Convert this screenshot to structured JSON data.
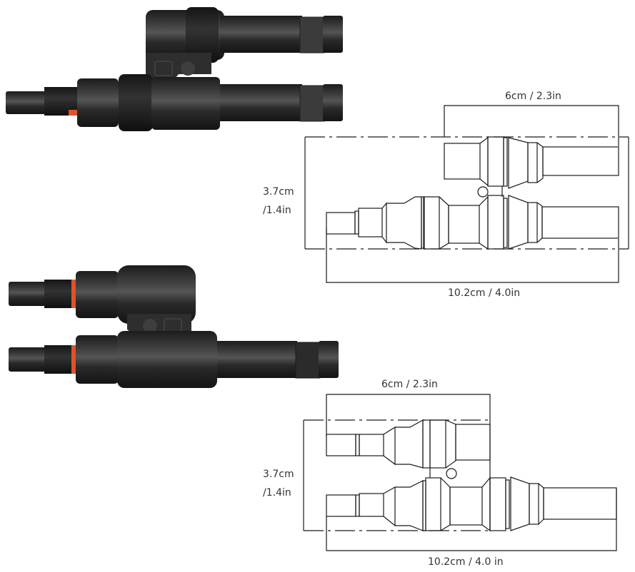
{
  "figure_1": {
    "photo": {
      "description": "MC4 branch connector, 1 male input to 2 female outputs (photo)",
      "icon": "y-branch-connector-photo"
    },
    "diagram": {
      "width_top_label": "6cm / 2.3in",
      "height_label_line1": "3.7cm",
      "height_label_line2": "/1.4in",
      "length_label": "10.2cm / 4.0in"
    }
  },
  "figure_2": {
    "photo": {
      "description": "MC4 branch connector, 2 male inputs to 1 female output (photo)",
      "icon": "y-branch-connector-photo"
    },
    "diagram": {
      "width_top_label": "6cm / 2.3in",
      "height_label_line1": "3.7cm",
      "height_label_line2": "/1.4in",
      "length_label": "10.2cm / 4.0 in"
    }
  },
  "colors": {
    "line": "#1a1a1a",
    "connector_body": "#222222",
    "connector_highlight": "#4a4a4a",
    "accent_orange": "#e0522a",
    "text": "#333333"
  }
}
